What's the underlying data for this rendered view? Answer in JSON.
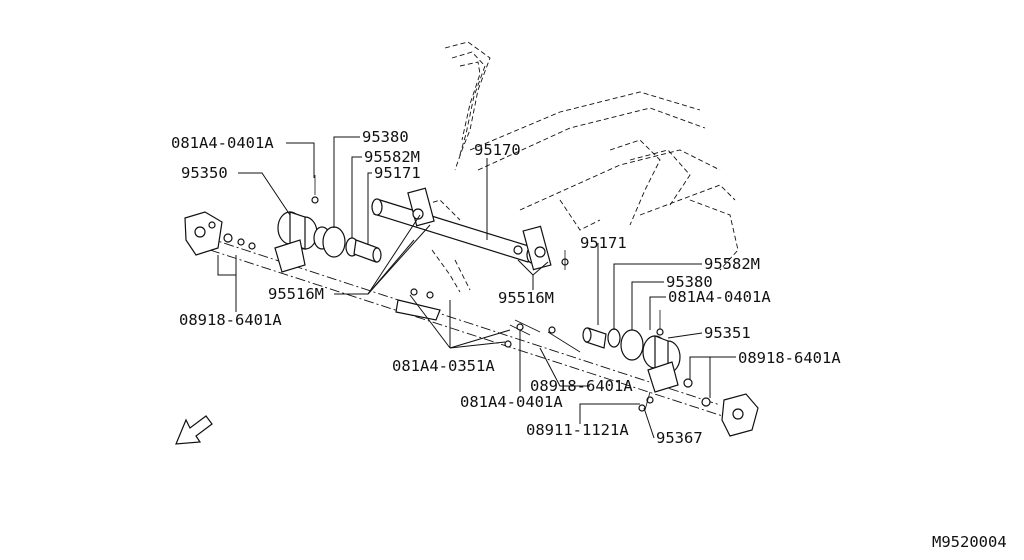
{
  "diagram": {
    "callouts": {
      "p081a4_0401a_tl": "081A4-0401A",
      "p95380_tl": "95380",
      "p95582m_tl": "95582M",
      "p95350": "95350",
      "p95171_tl": "95171",
      "p95170": "95170",
      "p95516m_l": "95516M",
      "p08918_6401a_l": "08918-6401A",
      "p95516m_c": "95516M",
      "p95171_r": "95171",
      "p95582m_r": "95582M",
      "p95380_r": "95380",
      "p081a4_0401a_r": "081A4-0401A",
      "p95351": "95351",
      "p08918_6401a_r": "08918-6401A",
      "p081a4_0351a": "081A4-0351A",
      "p08918_6401a_c": "08918-6401A",
      "p081a4_0401a_b": "081A4-0401A",
      "p08911_1121a": "08911-1121A",
      "p95367": "95367"
    },
    "figure_code": "M9520004"
  }
}
